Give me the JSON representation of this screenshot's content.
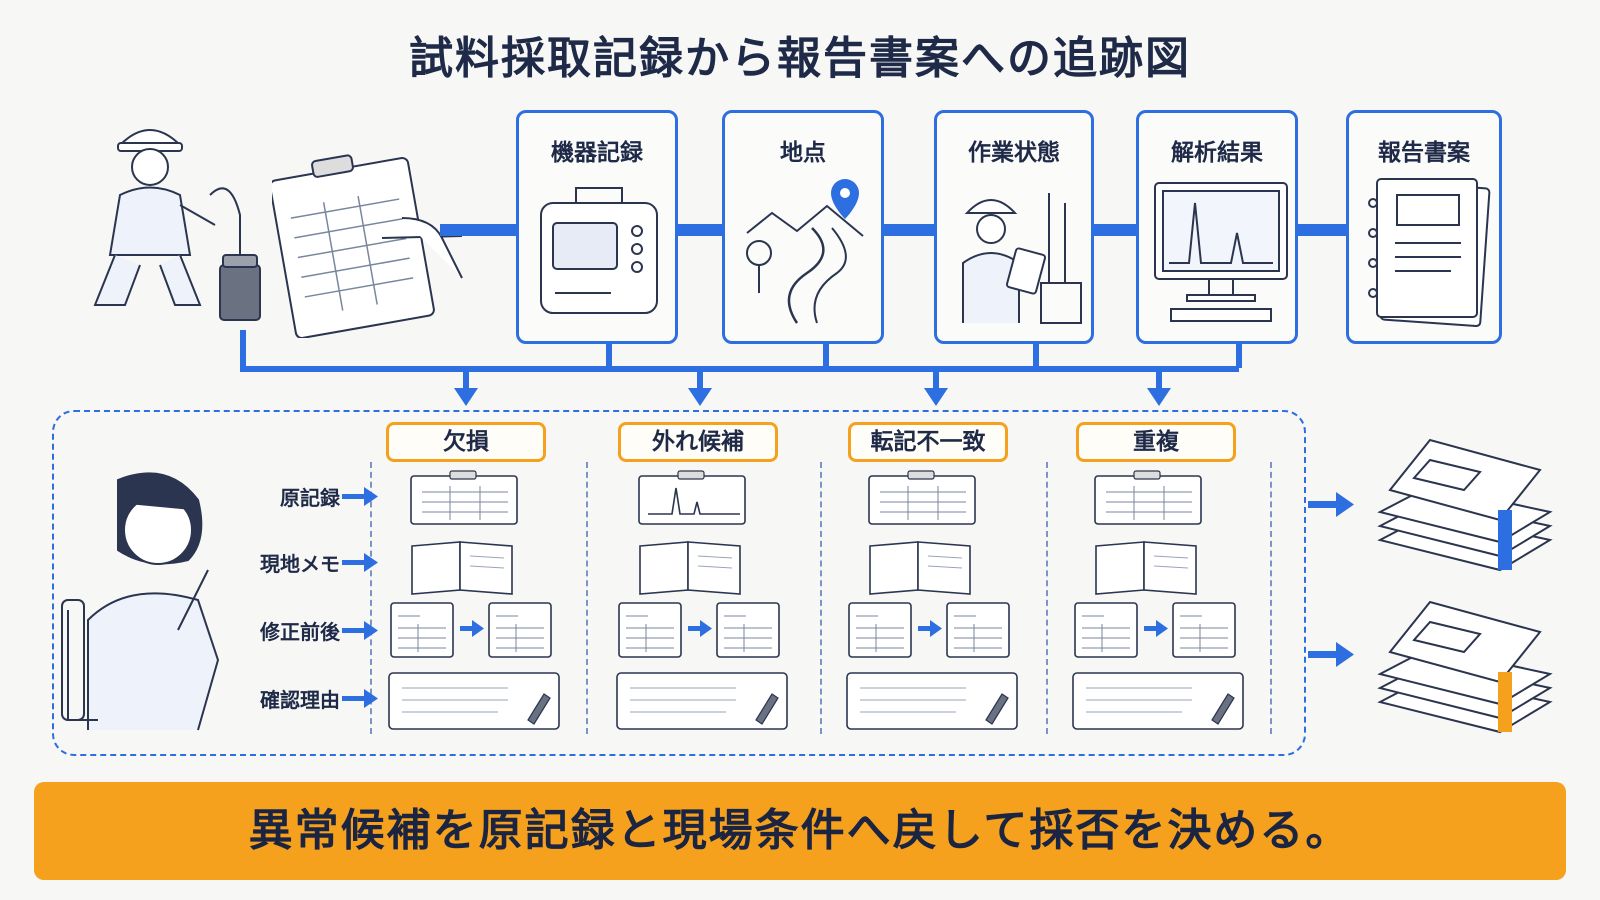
{
  "title": "試料採取記録から報告書案への追跡図",
  "stages": [
    {
      "label": "機器記録",
      "icon": "equipment-icon"
    },
    {
      "label": "地点",
      "icon": "map-pin-landscape-icon"
    },
    {
      "label": "作業状態",
      "icon": "worker-clipboard-icon"
    },
    {
      "label": "解析結果",
      "icon": "monitor-chart-icon"
    },
    {
      "label": "報告書案",
      "icon": "report-binder-icon"
    }
  ],
  "categories": [
    {
      "label": "欠損"
    },
    {
      "label": "外れ候補"
    },
    {
      "label": "転記不一致"
    },
    {
      "label": "重複"
    }
  ],
  "rows": [
    {
      "label": "原記録"
    },
    {
      "label": "現地メモ"
    },
    {
      "label": "修正前後"
    },
    {
      "label": "確認理由"
    }
  ],
  "banner": {
    "text": "異常候補を原記録と現場条件へ戻して採否を決める。"
  },
  "colors": {
    "accent_blue": "#2d6ee0",
    "accent_orange": "#f5a11d",
    "ink": "#1e2a48"
  }
}
